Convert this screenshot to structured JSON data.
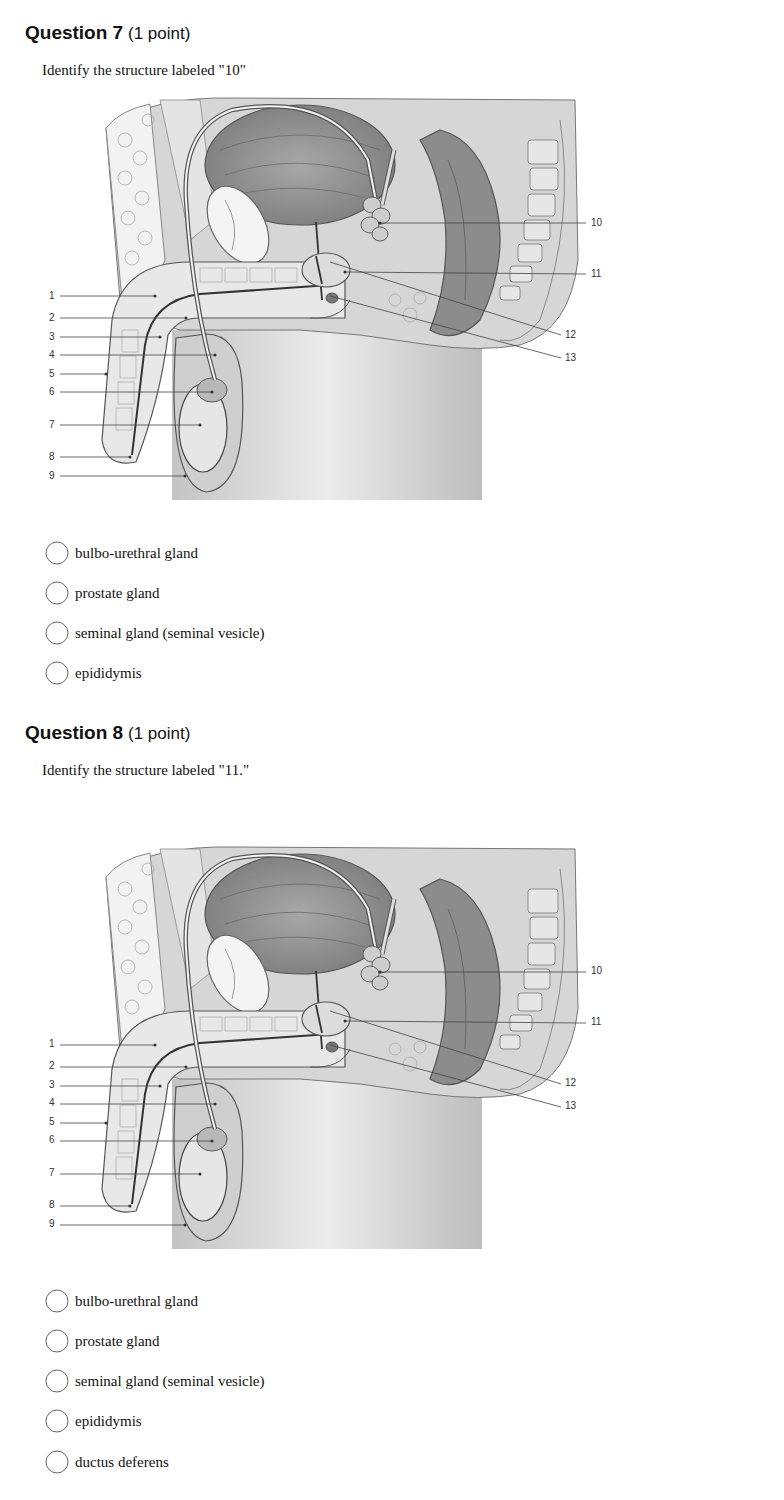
{
  "diagram": {
    "labels": [
      "Question 7",
      "(1 point)",
      "Identify the structure labeled \"10\"",
      "1",
      "2",
      "3",
      "4",
      "5",
      "6",
      "7",
      "8",
      "9",
      "10",
      "11",
      "12",
      "13",
      "bulbo-urethral gland",
      "prostate gland",
      "seminal gland (seminal vesicle)",
      "epididymis",
      "Question 8",
      "(1 point)",
      "Identify the structure labeled \"11.\"",
      "1",
      "2",
      "3",
      "4",
      "5",
      "6",
      "7",
      "8",
      "9",
      "10",
      "11",
      "12",
      "13",
      "bulbo-urethral gland",
      "prostate gland",
      "seminal gland (seminal vesicle)",
      "epididymis",
      "ductus deferens"
    ]
  }
}
